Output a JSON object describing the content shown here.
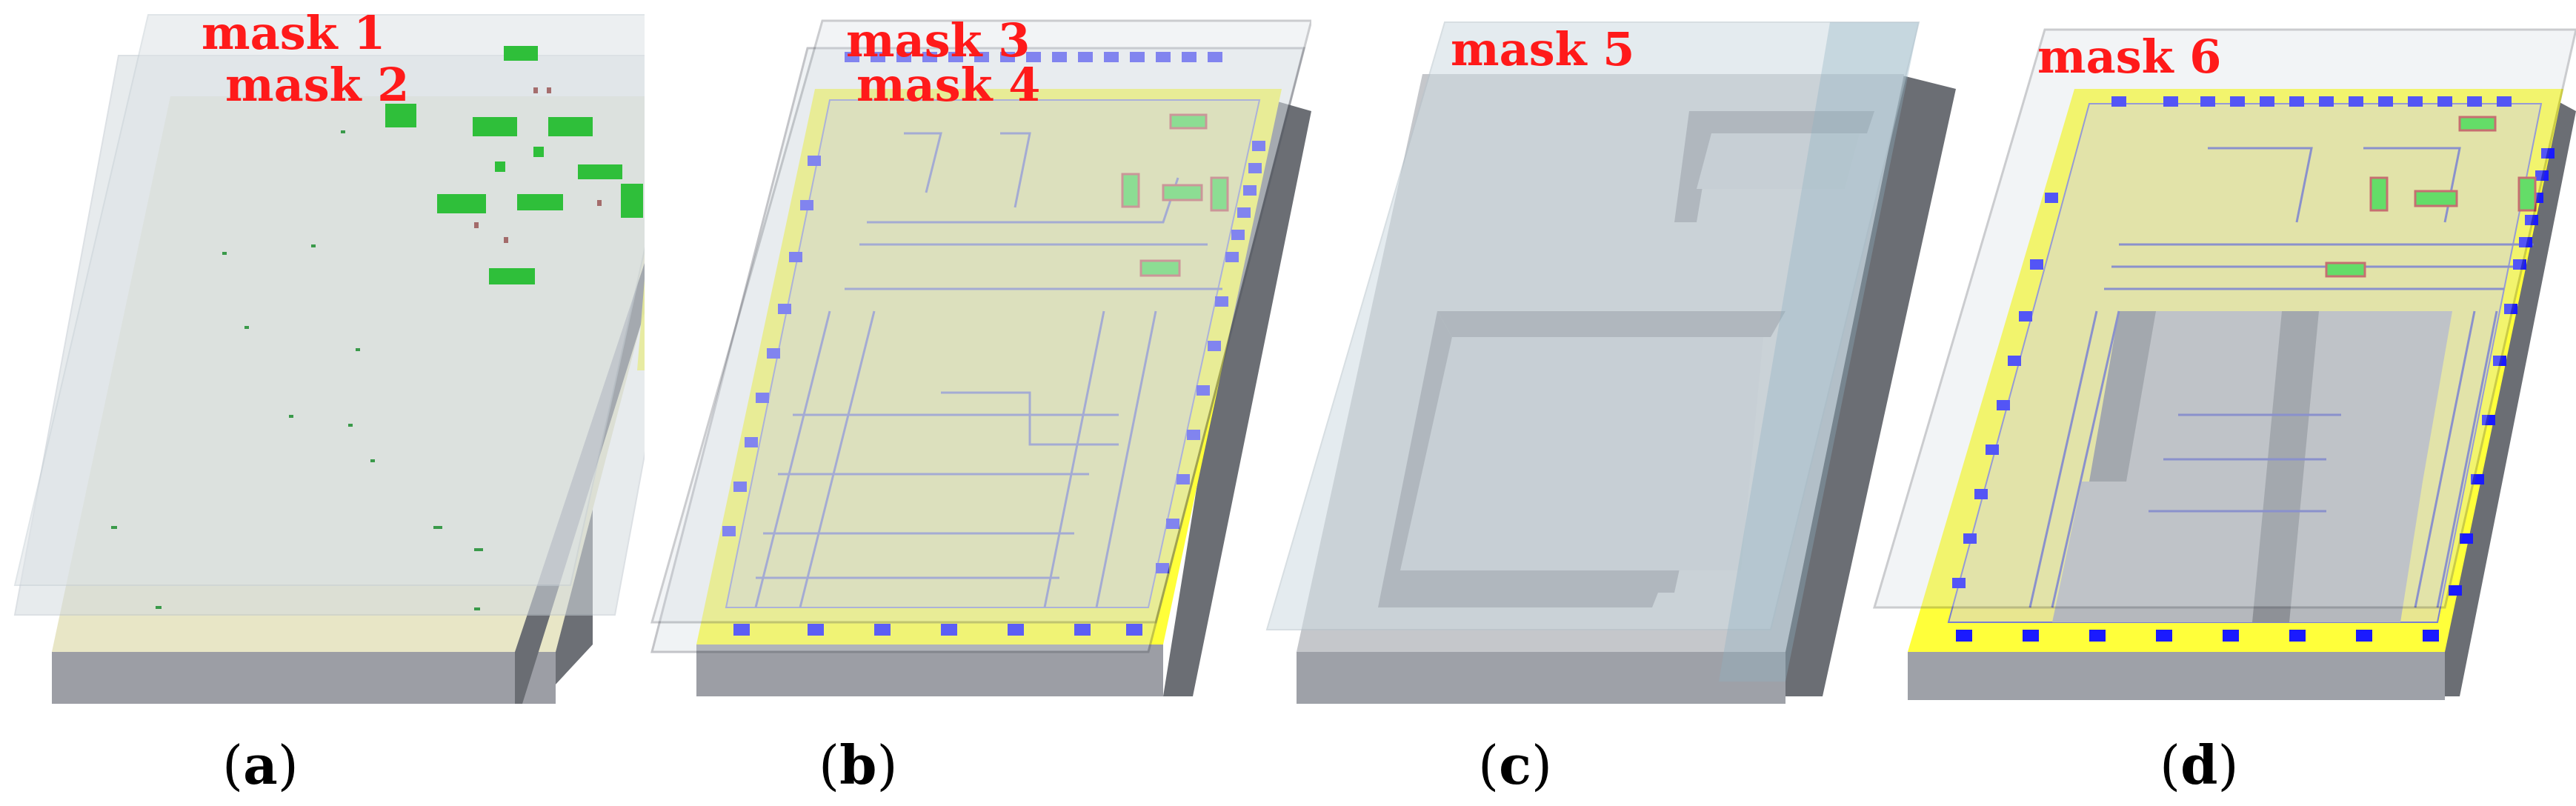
{
  "panels": [
    {
      "id": "a",
      "caption": "a",
      "masks": [
        "mask 1",
        "mask 2"
      ]
    },
    {
      "id": "b",
      "caption": "b",
      "masks": [
        "mask 3",
        "mask 4"
      ]
    },
    {
      "id": "c",
      "caption": "c",
      "masks": [
        "mask 5"
      ]
    },
    {
      "id": "d",
      "caption": "d",
      "masks": [
        "mask 6"
      ]
    }
  ],
  "colors": {
    "mask_label": "#ff1a1a",
    "substrate_top": "#e7e6c7",
    "substrate_side": "#8a8c92",
    "substrate_front": "#a4a6ad",
    "metal_yellow": "#ffff3a",
    "pad_blue": "#1a1aff",
    "resistor_green": "#33dd33",
    "mask_glass": "#d6dde3"
  }
}
